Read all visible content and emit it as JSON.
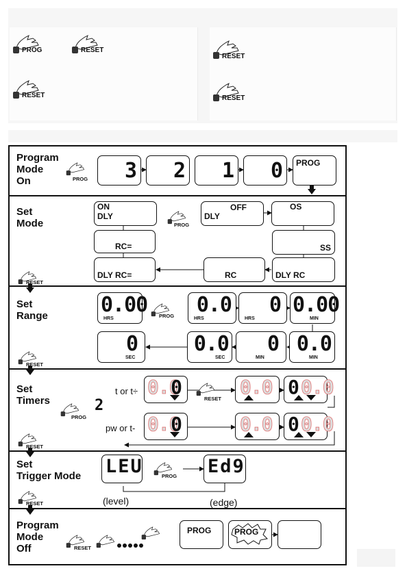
{
  "legend": {
    "prog": "PROG",
    "reset_a": "RESET",
    "reset_b": "RESET",
    "reset_c": "RESET",
    "reset_d": "RESET"
  },
  "sections": {
    "program_on": {
      "label": "Program\nMode\nOn",
      "button": "PROG",
      "countdown": [
        "3",
        "2",
        "1",
        "0"
      ],
      "final": "PROG"
    },
    "set_mode": {
      "label": "Set\nMode",
      "button": "PROG",
      "reset": "RESET",
      "boxes": {
        "on_dly_1": "ON",
        "on_dly_2": "DLY",
        "off_1": "OFF",
        "off_2": "DLY",
        "os": "OS",
        "ss": "SS",
        "rc_eq": "RC=",
        "rc": "RC",
        "dly_rc": "DLY RC",
        "dly_rc_eq": "DLY RC="
      }
    },
    "set_range": {
      "label": "Set\nRange",
      "button": "PROG",
      "reset": "RESET",
      "top": [
        {
          "value": "0.00",
          "unit": "HRS"
        },
        {
          "value": "0.0",
          "unit": "HRS"
        },
        {
          "value": "0",
          "unit": "HRS"
        },
        {
          "value": "0.00",
          "unit": "MIN"
        }
      ],
      "bottom": [
        {
          "value": "0",
          "unit": "SEC"
        },
        {
          "value": "0.0",
          "unit": "SEC"
        },
        {
          "value": "0",
          "unit": "MIN"
        },
        {
          "value": "0.0",
          "unit": "MIN"
        }
      ]
    },
    "set_timers": {
      "label": "Set\nTimers",
      "button": "PROG",
      "reset": "RESET",
      "row1_label": "t or t÷",
      "row2_label": "pw or t-",
      "digit_ghost": "0.0",
      "digit_main": "0",
      "prog_digits": "2"
    },
    "set_trigger": {
      "label": "Set\nTrigger Mode",
      "button": "PROG",
      "reset": "RESET",
      "level_display": "LEU",
      "edge_display": "Ed9",
      "level_caption": "(level)",
      "edge_caption": "(edge)"
    },
    "program_off": {
      "label": "Program\nMode\nOff",
      "reset": "RESET",
      "prog": "PROG",
      "prog_flash": "PROG"
    }
  }
}
